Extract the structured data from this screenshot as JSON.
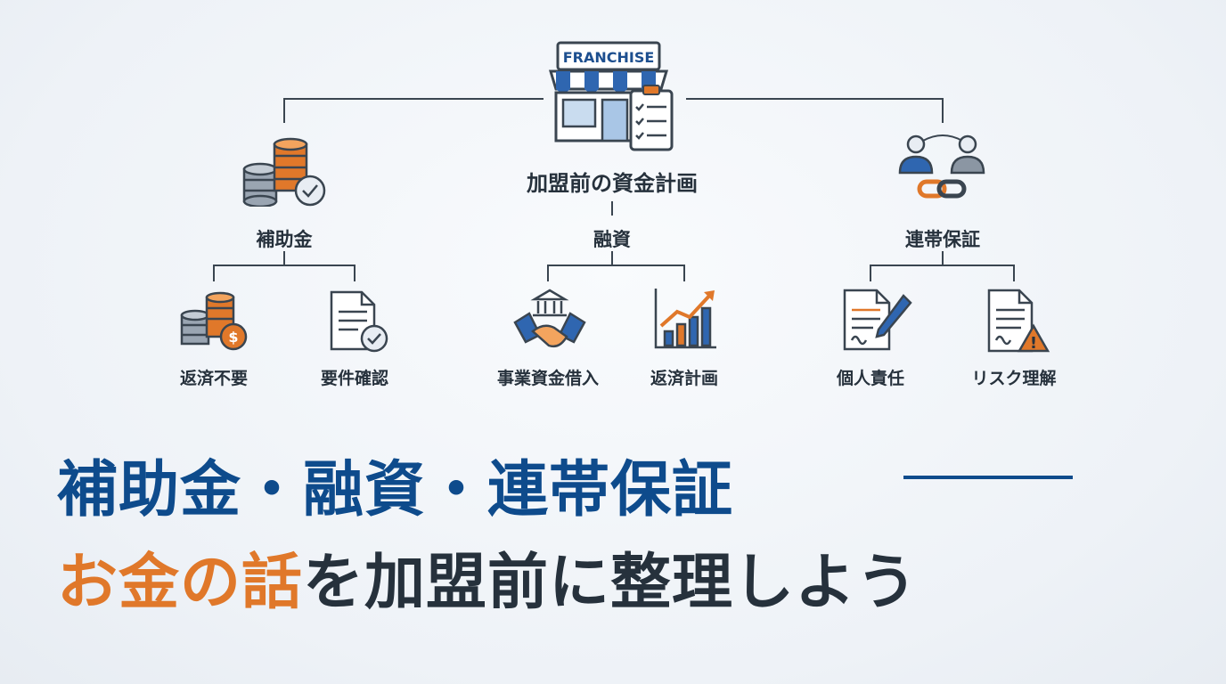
{
  "center": {
    "sign": "FRANCHISE",
    "title": "加盟前の資金計画"
  },
  "branches": {
    "subsidy": {
      "label": "補助金",
      "children": [
        "返済不要",
        "要件確認"
      ]
    },
    "loan": {
      "label": "融資",
      "children": [
        "事業資金借入",
        "返済計画"
      ]
    },
    "guarantee": {
      "label": "連帯保証",
      "children": [
        "個人責任",
        "リスク理解"
      ]
    }
  },
  "headline": {
    "line1": "補助金・融資・連帯保証",
    "line2_accent": "お金の話",
    "line2_rest": "を加盟前に整理しよう"
  },
  "colors": {
    "blue": "#0e4b8c",
    "orange": "#e0782a",
    "dark": "#26313c"
  }
}
